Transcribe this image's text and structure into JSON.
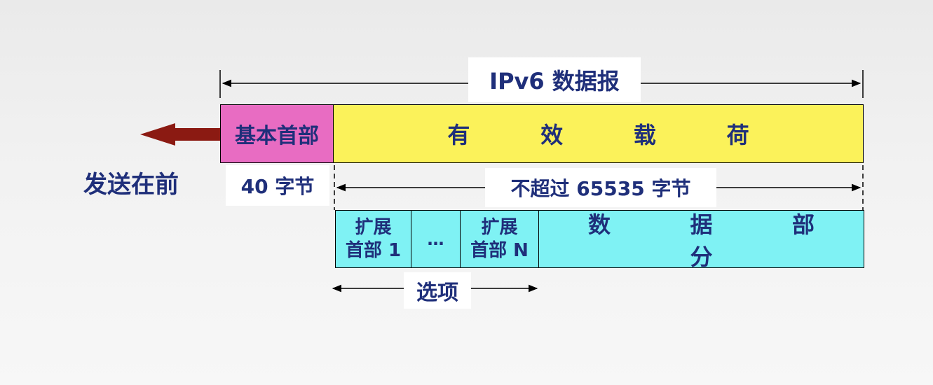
{
  "diagram": {
    "datagram_title": "IPv6 数据报",
    "base_header_label": "基本首部",
    "payload_label": "有 效 载 荷",
    "send_first_label": "发送在前",
    "base_header_size": "40 字节",
    "payload_size": "不超过 65535 字节",
    "ext_header_1": [
      "扩展",
      "首部 1"
    ],
    "ellipsis": "…",
    "ext_header_n": [
      "扩展",
      "首部 N"
    ],
    "data_part_label": "数 据 部 分",
    "options_label": "选项"
  },
  "colors": {
    "base_header": "#e86cc2",
    "payload": "#fbf25a",
    "extension": "#7ff2f4",
    "arrow": "#8b1a12",
    "text": "#1f2f7a"
  }
}
